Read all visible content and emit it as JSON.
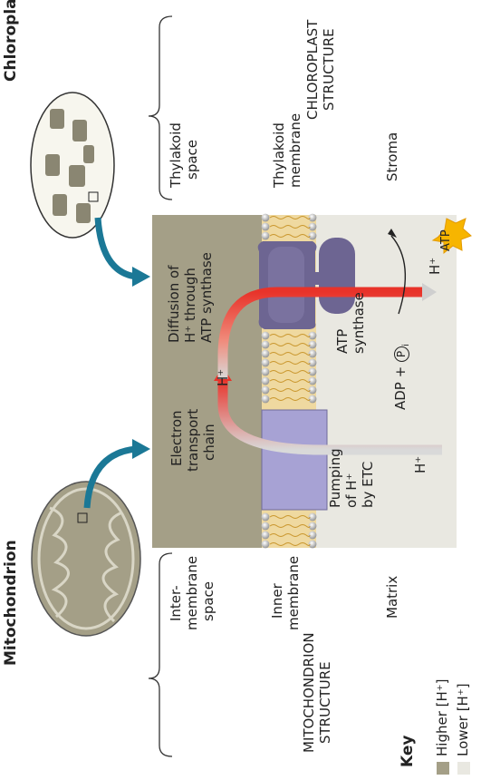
{
  "top_labels": {
    "mitochondrion": "Mitochondrion",
    "chloroplast": "Chloroplast"
  },
  "mitochondrion_structure": {
    "heading_line1": "MITOCHONDRION",
    "heading_line2": "STRUCTURE",
    "intermembrane_line1": "Inter-",
    "intermembrane_line2": "membrane",
    "intermembrane_line3": "space",
    "inner_line1": "Inner",
    "inner_line2": "membrane",
    "matrix": "Matrix"
  },
  "chloroplast_structure": {
    "heading_line1": "CHLOROPLAST",
    "heading_line2": "STRUCTURE",
    "thylakoid_space_line1": "Thylakoid",
    "thylakoid_space_line2": "space",
    "thylakoid_membrane_line1": "Thylakoid",
    "thylakoid_membrane_line2": "membrane",
    "stroma": "Stroma"
  },
  "center": {
    "etc_line1": "Electron",
    "etc_line2": "transport",
    "etc_line3": "chain",
    "pumping_line1": "Pumping",
    "pumping_line2": "of H⁺",
    "pumping_line3": "by ETC",
    "diffusion_line1": "Diffusion of",
    "diffusion_line2": "H⁺ through",
    "diffusion_line3": "ATP synthase",
    "atp_synthase_line1": "ATP",
    "atp_synthase_line2": "synthase",
    "adp_text": "ADP + ",
    "pi_text": "P",
    "pi_sub": "i",
    "atp": "ATP",
    "h_plus": "H⁺"
  },
  "key": {
    "title": "Key",
    "higher": "Higher [H⁺]",
    "lower": "Lower [H⁺]",
    "higher_color": "#a49f87",
    "lower_color": "#e9e8e1"
  },
  "colors": {
    "intermembrane": "#a49f87",
    "matrix": "#e9e8e1",
    "membrane": "#e8b84a",
    "etc": "#a7a2d4",
    "synthase": "#6d6592",
    "atp_star": "#f7b500",
    "arrow_red": "#e8332a",
    "organelle_arrow": "#1b7896"
  }
}
